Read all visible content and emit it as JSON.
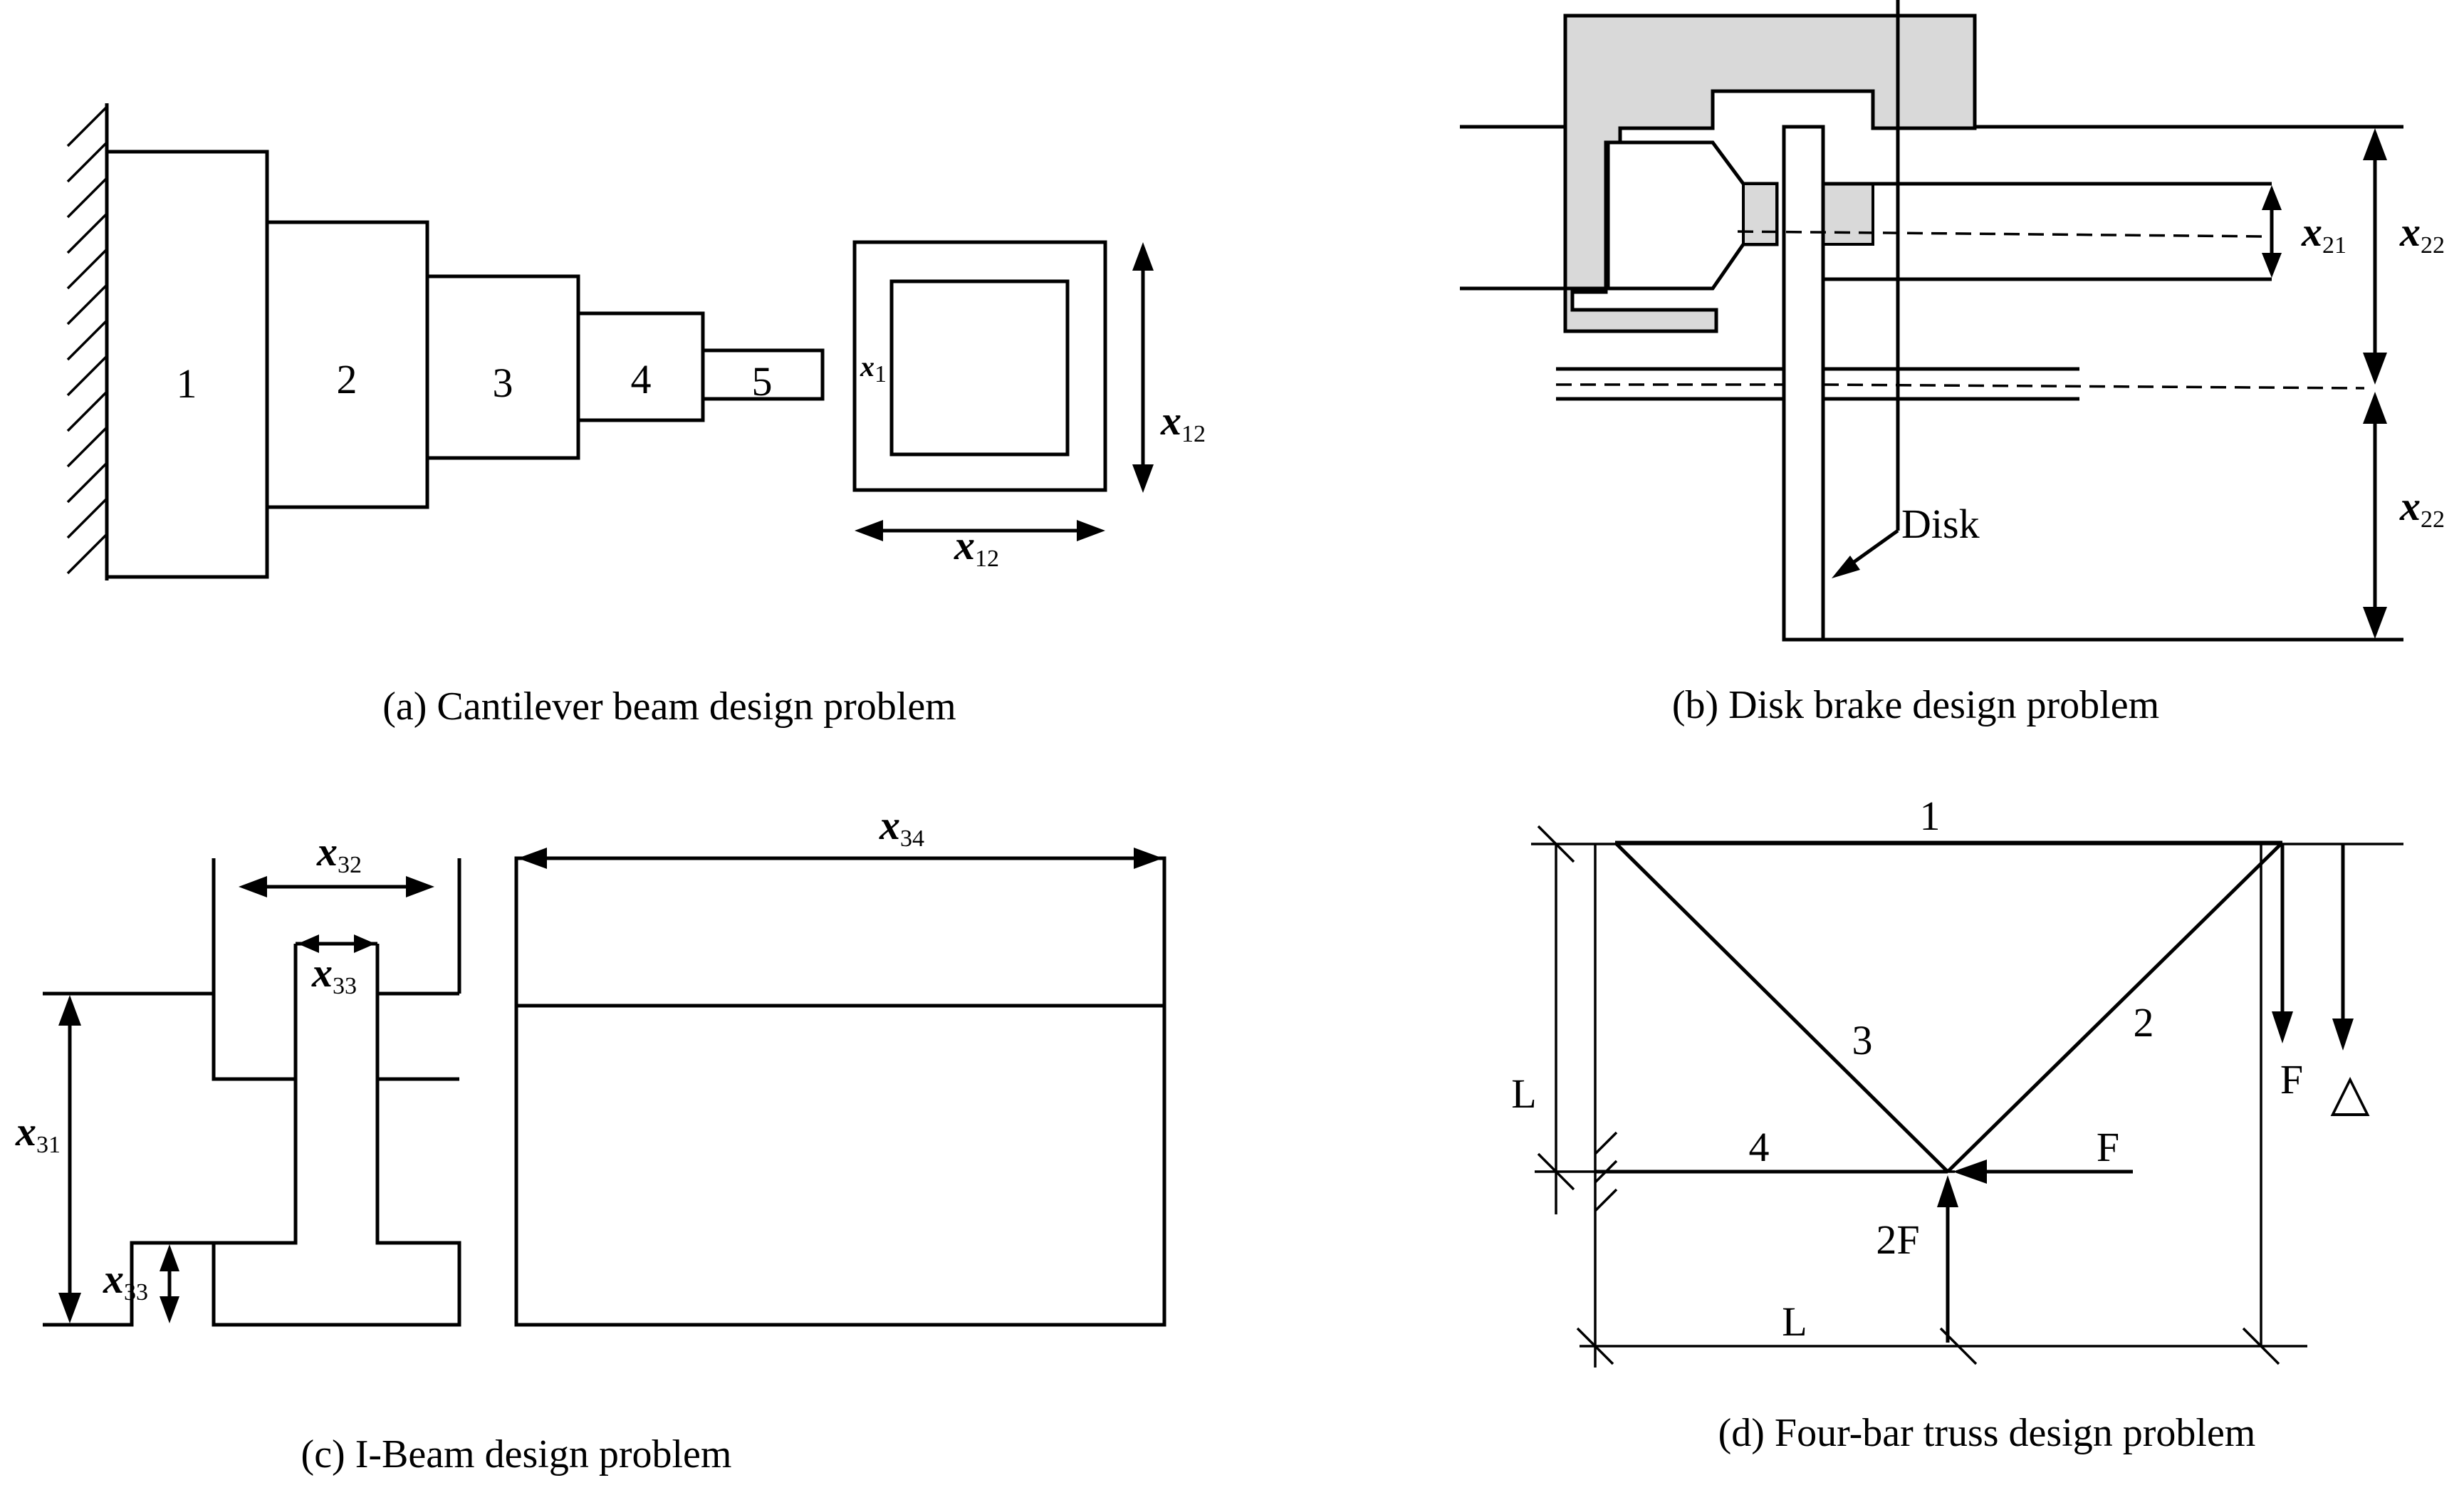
{
  "panel_a": {
    "caption": "(a) Cantilever beam design problem",
    "segments": [
      "1",
      "2",
      "3",
      "4",
      "5"
    ],
    "var_small": "x",
    "var_small_sub": "1",
    "var_width": "x",
    "var_width_sub": "12",
    "var_height": "x",
    "var_height_sub": "12"
  },
  "panel_b": {
    "caption": "(b) Disk brake design problem",
    "disk_label": "Disk",
    "var_inner": "x",
    "var_inner_sub": "21",
    "var_outer_top": "x",
    "var_outer_top_sub": "22",
    "var_outer_bottom": "x",
    "var_outer_bottom_sub": "22"
  },
  "panel_c": {
    "caption": "(c) I-Beam design problem",
    "var_height": "x",
    "var_height_sub": "31",
    "var_flange_width": "x",
    "var_flange_width_sub": "32",
    "var_web": "x",
    "var_web_sub": "33",
    "var_flange_thick": "x",
    "var_flange_thick_sub": "33",
    "var_length": "x",
    "var_length_sub": "34"
  },
  "panel_d": {
    "caption": "(d) Four-bar truss design problem",
    "bars": [
      "1",
      "2",
      "3",
      "4"
    ],
    "dim_vertical": "L",
    "dim_horizontal": "L",
    "force_down": "F",
    "force_right": "F",
    "force_up": "2F",
    "disp_symbol": "△"
  },
  "colors": {
    "ink": "#000000",
    "caliper_fill": "#d9d9d9",
    "background": "#ffffff"
  }
}
